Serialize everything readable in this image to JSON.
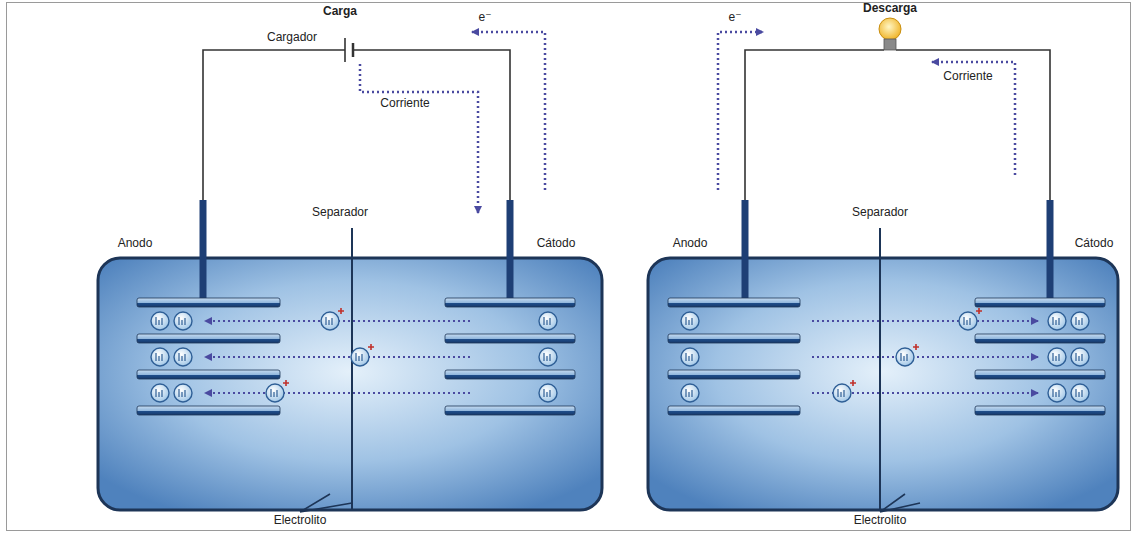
{
  "diagram": {
    "labels": [
      "Carga",
      "Cargador",
      "e⁻",
      "Corriente",
      "Anodo",
      "Separador",
      "Cátodo",
      "Electrolito",
      "Descarga",
      "e⁻",
      "Corriente",
      "Anodo",
      "Separador",
      "Cátodo",
      "Electrolito"
    ]
  }
}
